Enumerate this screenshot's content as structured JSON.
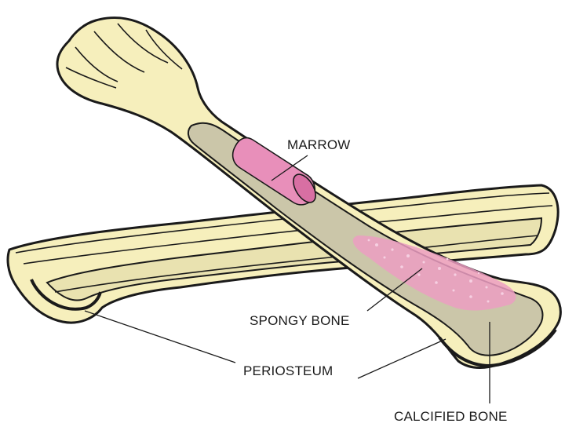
{
  "labels": {
    "marrow": "MARROW",
    "spongy_bone": "SPONGY BONE",
    "periosteum": "PERIOSTEUM",
    "calcified_bone": "CALCIFIED BONE"
  },
  "colors": {
    "bone": "#f6efbc",
    "cut_surface": "#cbc6a9",
    "marrow": "#e88fba",
    "spongy": "#ec9ec2",
    "outline": "#1a1a1a"
  }
}
